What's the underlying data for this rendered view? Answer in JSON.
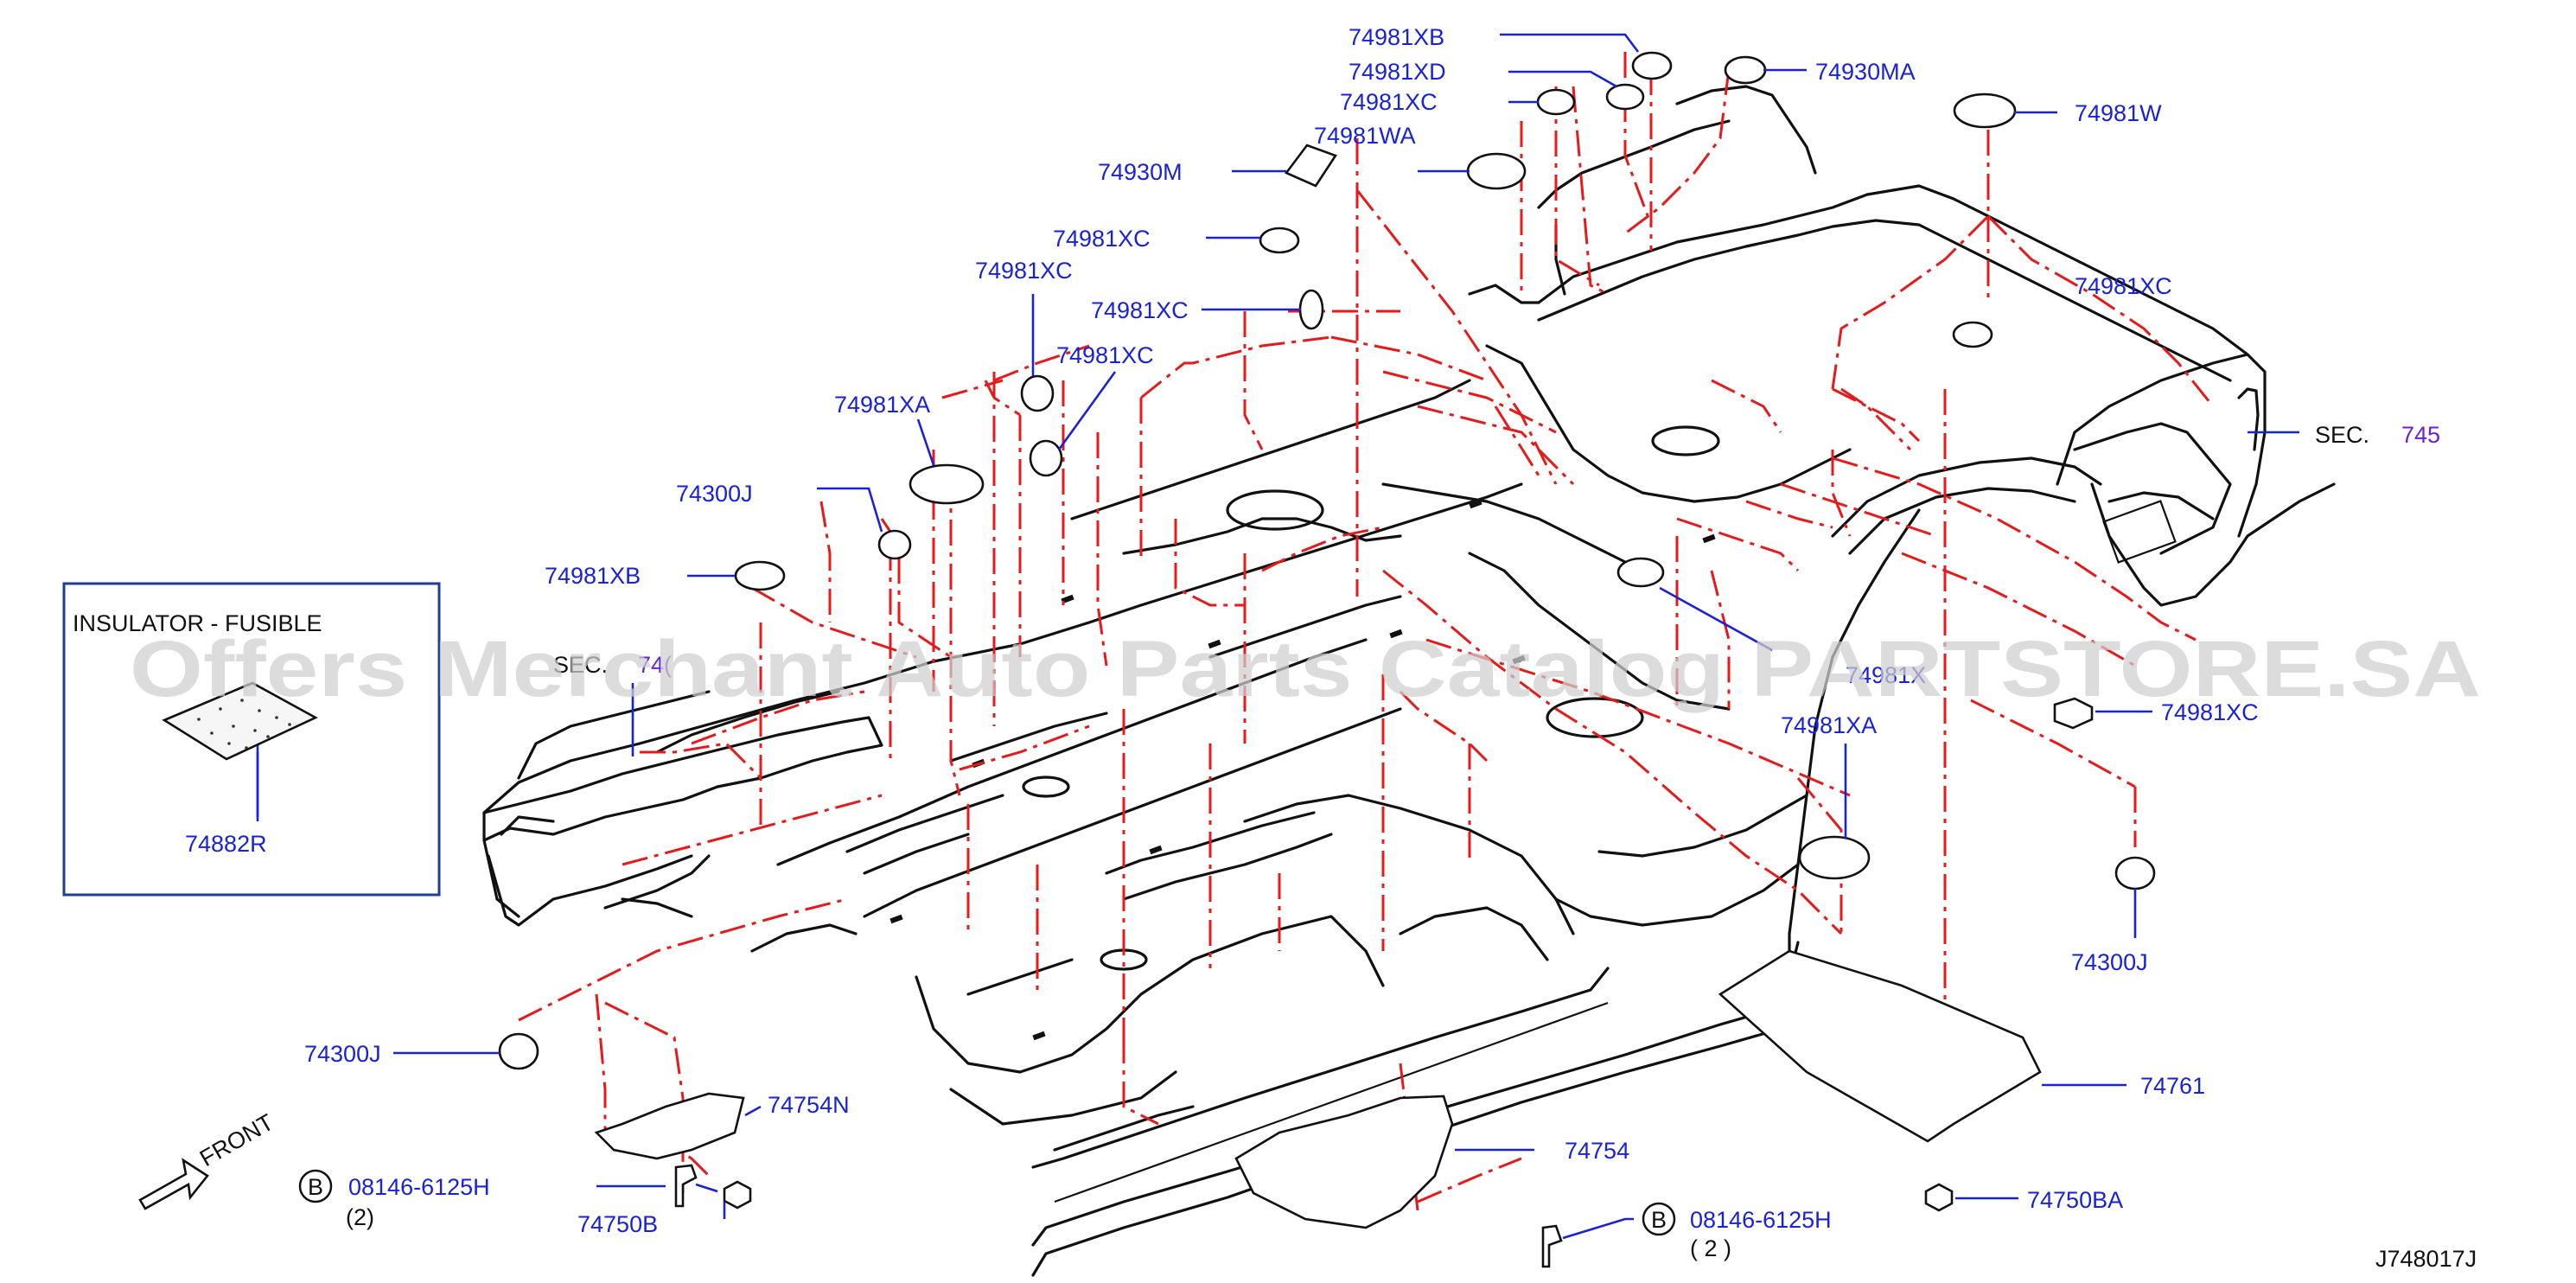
{
  "diagram": {
    "drawing_code": "J748017J",
    "watermark": "Offers Merchant Auto Parts Catalog PARTSTORE.SA",
    "front_indicator": {
      "label": "FRONT",
      "icon": "front-arrow-icon"
    },
    "inset": {
      "title": "INSULATOR - FUSIBLE",
      "part_number": "74882R"
    },
    "section_refs": [
      {
        "id": "sec-rear",
        "prefix": "SEC.",
        "number": "745"
      },
      {
        "id": "sec-front",
        "prefix": "SEC.",
        "number": "74("
      }
    ],
    "parts": [
      "74981XB",
      "74981XD",
      "74981XC",
      "74981WA",
      "74930MA",
      "74981W",
      "74930M",
      "74981XC",
      "74981XC",
      "74981XC",
      "74981XC",
      "74981XC",
      "74981XA",
      "74300J",
      "74981XB",
      "74981X",
      "74981XA",
      "74981XC",
      "74300J",
      "74300J",
      "74754N",
      "74754",
      "74761",
      "74750BA",
      "74750B"
    ],
    "bolts": [
      {
        "symbol": "B",
        "part": "08146-6125H",
        "qty": "(2)"
      },
      {
        "symbol": "B",
        "part": "08146-6125H",
        "qty": "( 2 )"
      }
    ],
    "colors": {
      "labels": "#1a22d6",
      "phantom_lines": "#e51a1a",
      "body_lines": "#111111",
      "inset_border": "#1f3f93"
    }
  }
}
